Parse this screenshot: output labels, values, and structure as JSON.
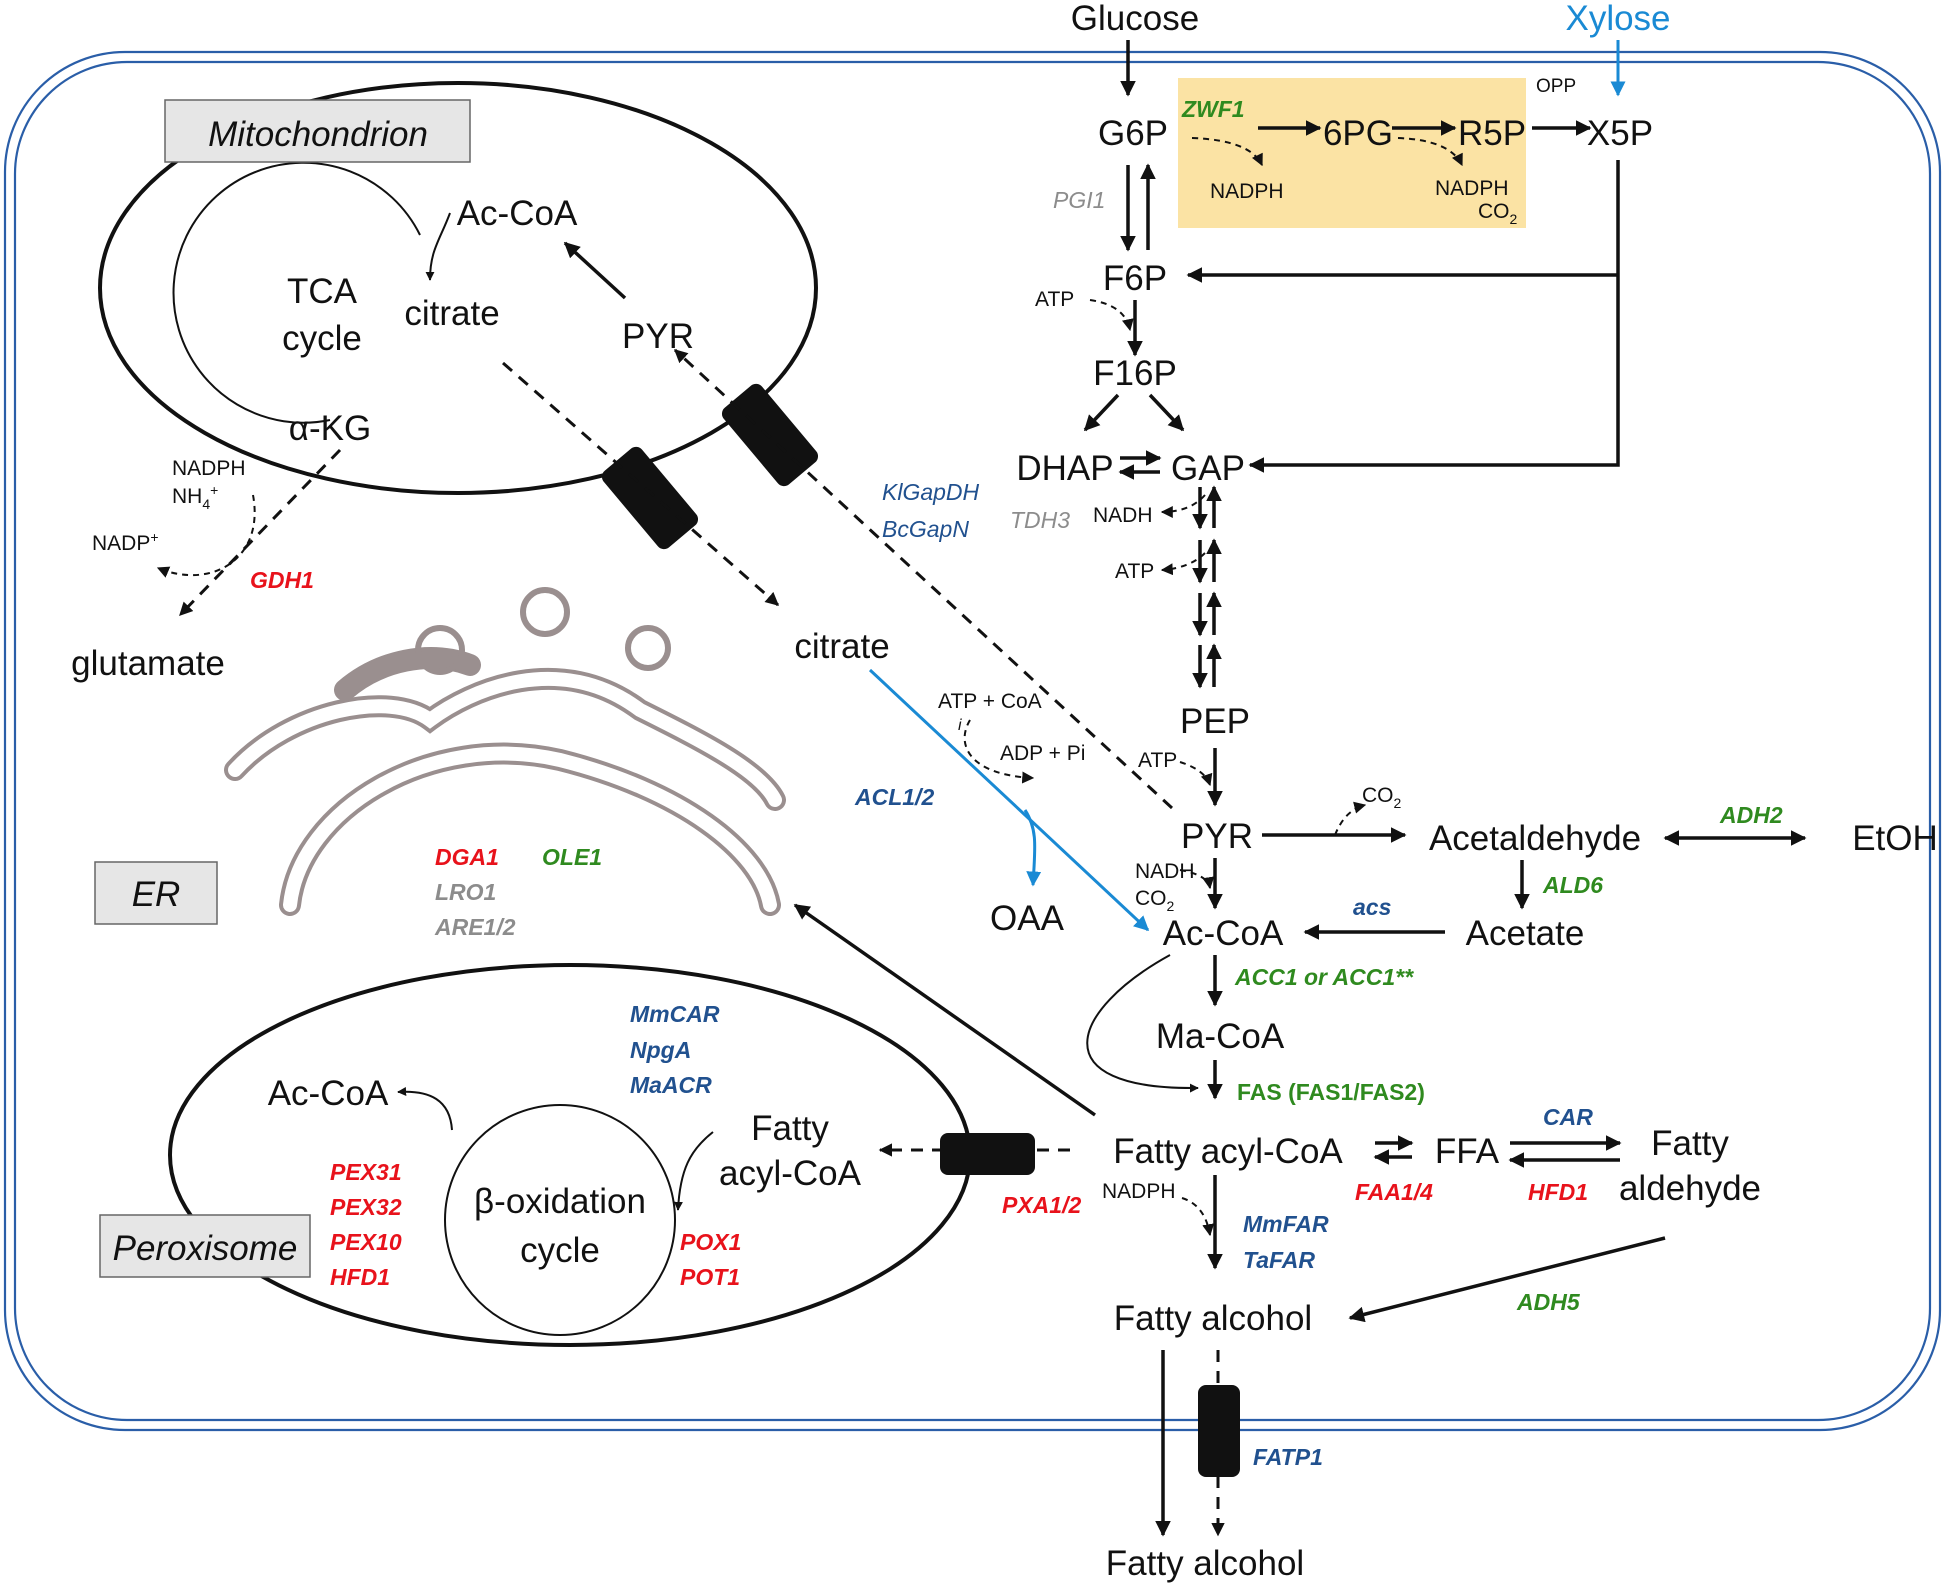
{
  "colors": {
    "red": "#e8121b",
    "blue": "#21518f",
    "green": "#2f8a1f",
    "gray": "#8c8c8c",
    "xylose_blue": "#1a8ad4",
    "opp_box": "#fbe3a4"
  },
  "compartments": {
    "mito": "Mitochondrion",
    "er": "ER",
    "perox": "Peroxisome",
    "opp": "OPP"
  },
  "metabolites": {
    "glucose": "Glucose",
    "xylose": "Xylose",
    "g6p": "G6P",
    "pg6": "6PG",
    "r5p": "R5P",
    "x5p": "X5P",
    "f6p": "F6P",
    "f16p": "F16P",
    "dhap": "DHAP",
    "gap": "GAP",
    "pep": "PEP",
    "pyr": "PYR",
    "acetaldehyde": "Acetaldehyde",
    "etoh": "EtOH",
    "acetate": "Acetate",
    "accoa": "Ac-CoA",
    "oaa": "OAA",
    "macoa": "Ma-CoA",
    "fattyacylcoa": "Fatty acyl-CoA",
    "ffa": "FFA",
    "fattyald1": "Fatty",
    "fattyald2": "aldehyde",
    "fattyalcohol": "Fatty alcohol",
    "fattyalcohol_out": "Fatty alcohol",
    "citrate_cyto": "citrate",
    "glutamate": "glutamate",
    "m_accoa": "Ac-CoA",
    "m_tca1": "TCA",
    "m_tca2": "cycle",
    "m_citrate": "citrate",
    "m_pyr": "PYR",
    "m_akg": "α-KG",
    "p_accoa": "Ac-CoA",
    "p_box1": "β-oxidation",
    "p_box2": "cycle",
    "p_facoa1": "Fatty",
    "p_facoa2": "acyl-CoA"
  },
  "cofactors": {
    "nadph1": "NADPH",
    "nadph2": "NADPH",
    "co2_1": "CO",
    "atp1": "ATP",
    "nadh1": "NADH",
    "atp2": "ATP",
    "atp_coa": "ATP + CoA",
    "adp_pi": "ADP + Pi",
    "atp3": "ATP",
    "co2_2": "CO",
    "nadh2": "NADH",
    "co2_3": "CO",
    "nadph3": "NADPH",
    "m_nadph": "NADPH",
    "m_nh4": "NH",
    "m_nadp": "NADP",
    "sub2": "2",
    "sup4": "4",
    "supplus": "+",
    "i": "i"
  },
  "genes": {
    "zwf1": "ZWF1",
    "pgi1": "PGI1",
    "tdh3": "TDH3",
    "klgapdh": "KlGapDH",
    "bcgapn": "BcGapN",
    "gdh1": "GDH1",
    "acl12": "ACL1/2",
    "adh2": "ADH2",
    "ald6": "ALD6",
    "acs": "acs",
    "acc1": "ACC1 or ACC1**",
    "fas": "FAS (FAS1/FAS2)",
    "car": "CAR",
    "hfd1": "HFD1",
    "faa14": "FAA1/4",
    "mmfar": "MmFAR",
    "tafar": "TaFAR",
    "adh5": "ADH5",
    "fatp1": "FATP1",
    "pxa12": "PXA1/2",
    "dga1": "DGA1",
    "ole1": "OLE1",
    "lro1": "LRO1",
    "are12": "ARE1/2",
    "mmcar": "MmCAR",
    "npga": "NpgA",
    "maacr": "MaACR",
    "pex31": "PEX31",
    "pex32": "PEX32",
    "pex10": "PEX10",
    "hfd1_p": "HFD1",
    "pox1": "POX1",
    "pot1": "POT1"
  }
}
